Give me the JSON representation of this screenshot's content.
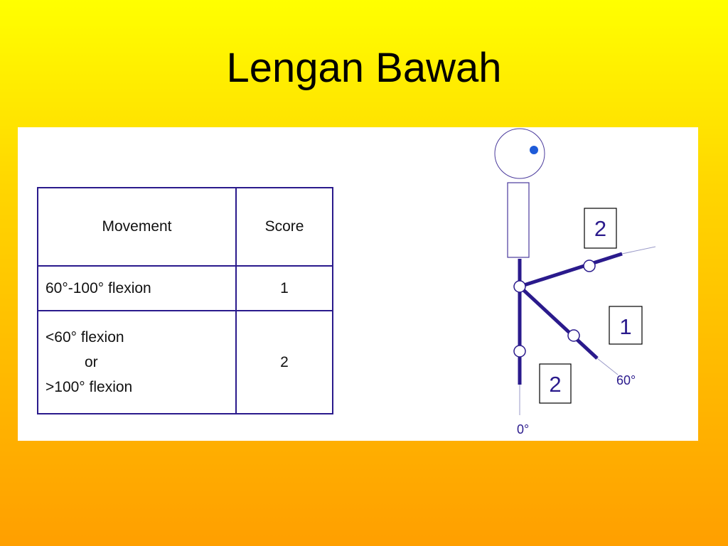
{
  "slide": {
    "title": "Lengan Bawah"
  },
  "table": {
    "headers": {
      "movement": "Movement",
      "score": "Score"
    },
    "rows": [
      {
        "movement": "60°-100° flexion",
        "score": "1"
      },
      {
        "movement_lines": [
          "<60° flexion",
          "or",
          ">100° flexion"
        ],
        "score": "2"
      }
    ]
  },
  "diagram": {
    "score_boxes": [
      "2",
      "1",
      "2"
    ],
    "angle_labels": [
      "60°",
      "0°"
    ],
    "colors": {
      "limb": "#2a1a8c",
      "head_dot": "#1e5bd8",
      "outline": "#4a3a9c"
    }
  }
}
